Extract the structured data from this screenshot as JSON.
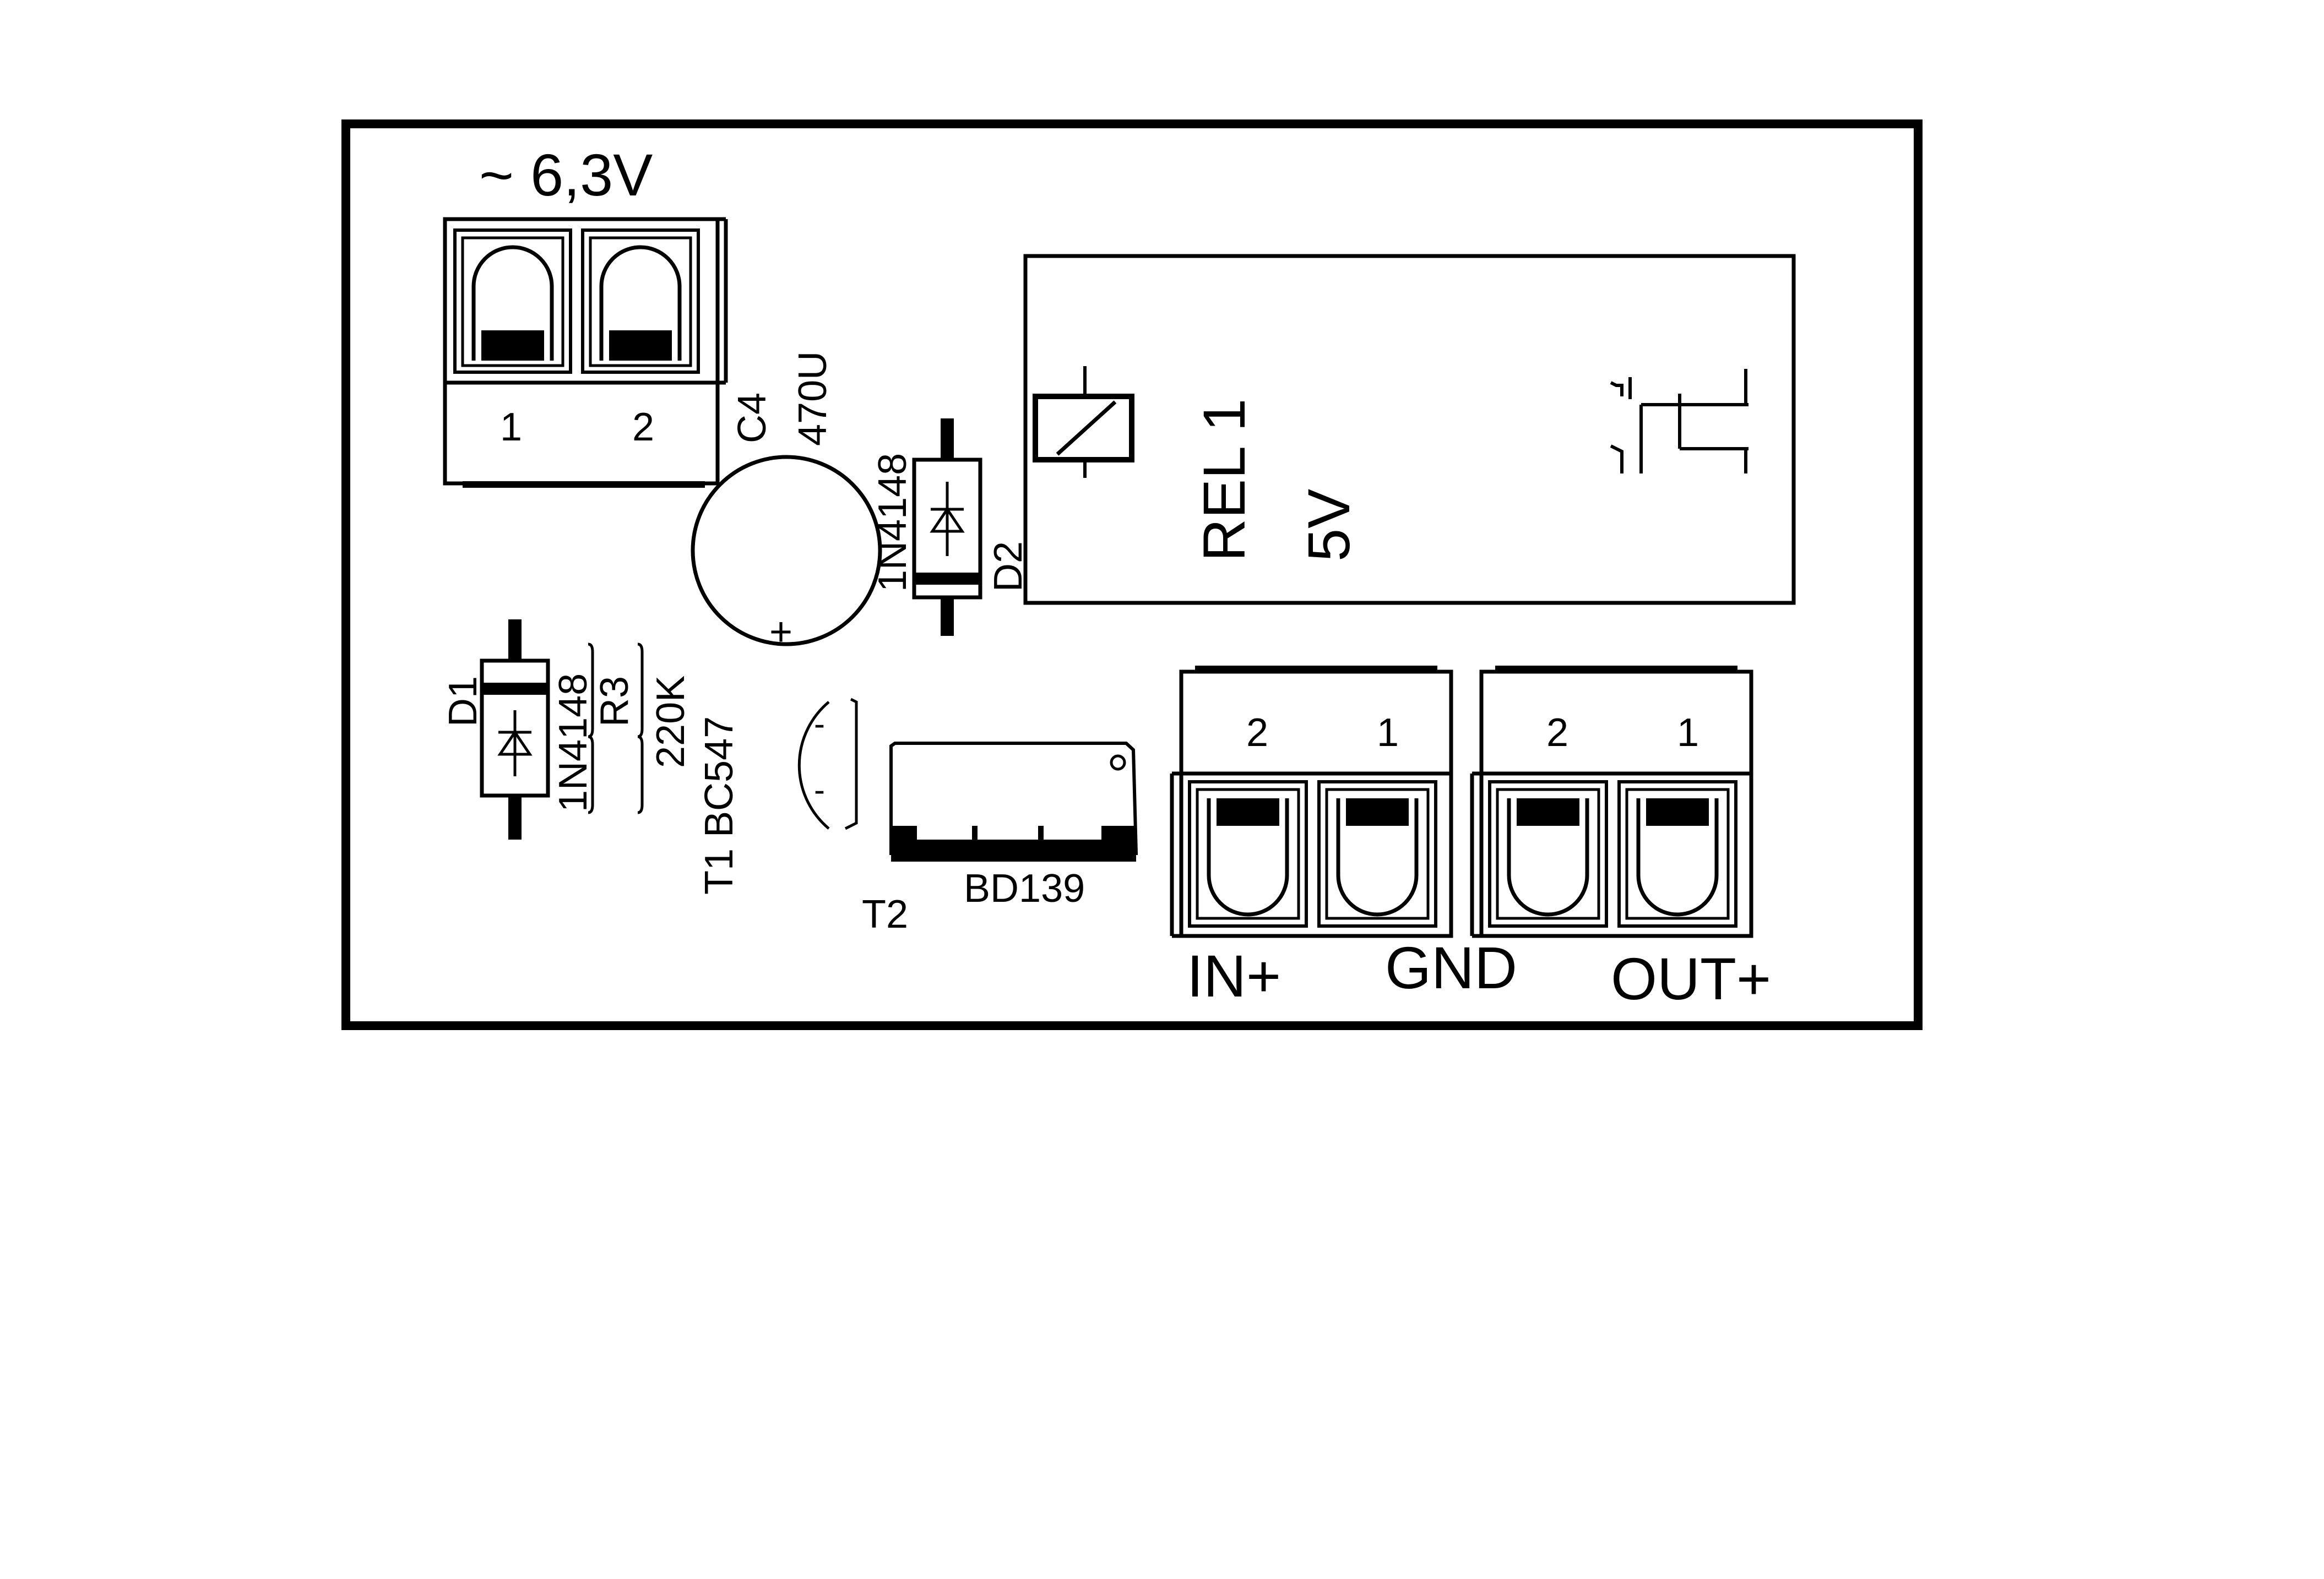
{
  "colors": {
    "ink": "#000000",
    "paper": "#ffffff"
  },
  "supply": {
    "label": "~ 6,3V",
    "pin1": "1",
    "pin2": "2"
  },
  "c4": {
    "ref": "C4",
    "value": "470U",
    "plus": "+"
  },
  "d2": {
    "part": "1N4148",
    "ref": "D2"
  },
  "d1": {
    "ref": "D1",
    "part": "1N4148"
  },
  "r3": {
    "ref": "R3",
    "value": "220K"
  },
  "t1": {
    "label": "T1 BC547",
    "pin_mark_a": "-",
    "pin_mark_b": "-"
  },
  "t2": {
    "part": "BD139",
    "ref": "T2"
  },
  "relay": {
    "ref": "REL 1",
    "voltage": "5V"
  },
  "terminal_in": {
    "pin2": "2",
    "pin1": "1"
  },
  "terminal_out": {
    "pin2": "2",
    "pin1": "1"
  },
  "terminal_labels": {
    "in_plus": "IN+",
    "gnd": "GND",
    "out_plus": "OUT+"
  }
}
